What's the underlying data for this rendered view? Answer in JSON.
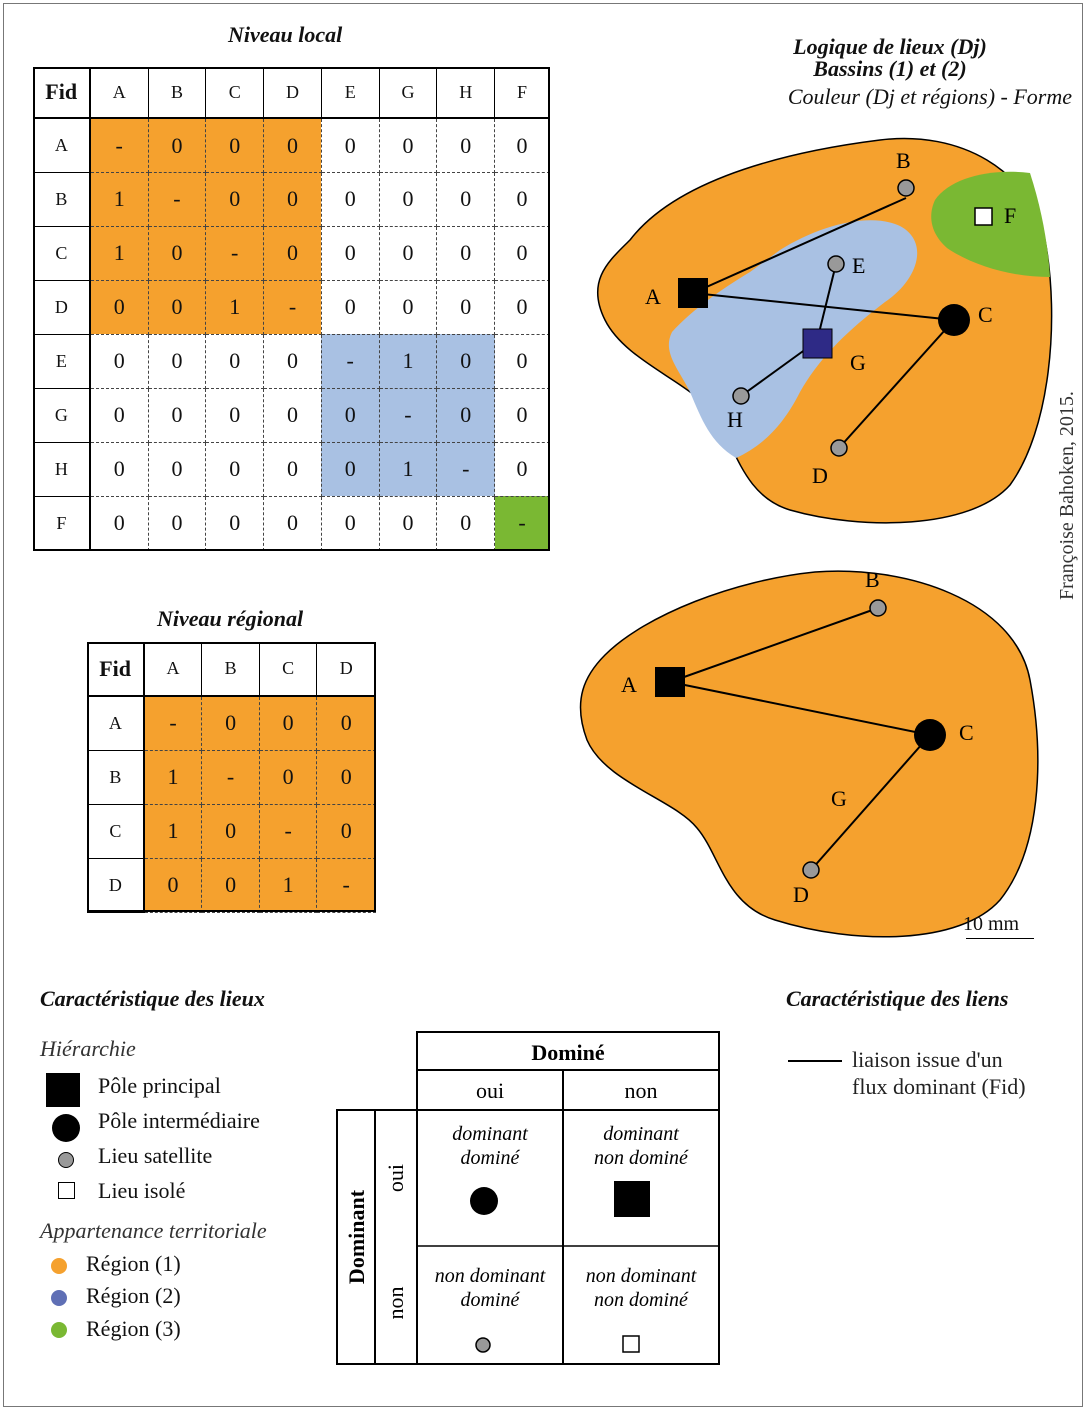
{
  "local": {
    "title": "Niveau local",
    "corner": "Fid",
    "cols": [
      "A",
      "B",
      "C",
      "D",
      "E",
      "G",
      "H",
      "F"
    ],
    "rows": [
      {
        "h": "A",
        "v": [
          "-",
          "0",
          "0",
          "0",
          "0",
          "0",
          "0",
          "0"
        ]
      },
      {
        "h": "B",
        "v": [
          "1",
          "-",
          "0",
          "0",
          "0",
          "0",
          "0",
          "0"
        ]
      },
      {
        "h": "C",
        "v": [
          "1",
          "0",
          "-",
          "0",
          "0",
          "0",
          "0",
          "0"
        ]
      },
      {
        "h": "D",
        "v": [
          "0",
          "0",
          "1",
          "-",
          "0",
          "0",
          "0",
          "0"
        ]
      },
      {
        "h": "E",
        "v": [
          "0",
          "0",
          "0",
          "0",
          "-",
          "1",
          "0",
          "0"
        ]
      },
      {
        "h": "G",
        "v": [
          "0",
          "0",
          "0",
          "0",
          "0",
          "-",
          "0",
          "0"
        ]
      },
      {
        "h": "H",
        "v": [
          "0",
          "0",
          "0",
          "0",
          "0",
          "1",
          "-",
          "0"
        ]
      },
      {
        "h": "F",
        "v": [
          "0",
          "0",
          "0",
          "0",
          "0",
          "0",
          "0",
          "-"
        ]
      }
    ],
    "fill": [
      [
        "o",
        "o",
        "o",
        "o",
        "",
        "",
        "",
        ""
      ],
      [
        "o",
        "o",
        "o",
        "o",
        "",
        "",
        "",
        ""
      ],
      [
        "o",
        "o",
        "o",
        "o",
        "",
        "",
        "",
        ""
      ],
      [
        "o",
        "o",
        "o",
        "o",
        "",
        "",
        "",
        ""
      ],
      [
        "",
        "",
        "",
        "",
        "b",
        "b",
        "b",
        ""
      ],
      [
        "",
        "",
        "",
        "",
        "b",
        "b",
        "b",
        ""
      ],
      [
        "",
        "",
        "",
        "",
        "b",
        "b",
        "b",
        ""
      ],
      [
        "",
        "",
        "",
        "",
        "",
        "",
        "",
        "g"
      ]
    ]
  },
  "regional": {
    "title": "Niveau régional",
    "corner": "Fid",
    "cols": [
      "A",
      "B",
      "C",
      "D"
    ],
    "rows": [
      {
        "h": "A",
        "v": [
          "-",
          "0",
          "0",
          "0"
        ]
      },
      {
        "h": "B",
        "v": [
          "1",
          "-",
          "0",
          "0"
        ]
      },
      {
        "h": "C",
        "v": [
          "1",
          "0",
          "-",
          "0"
        ]
      },
      {
        "h": "D",
        "v": [
          "0",
          "0",
          "1",
          "-"
        ]
      }
    ]
  },
  "map_title": {
    "line1": "Logique de lieux (Dj)",
    "line2": "Bassins  (1) et (2)",
    "line3": "Couleur (Dj et régions) - Forme"
  },
  "map1_labels": {
    "A": "A",
    "B": "B",
    "C": "C",
    "D": "D",
    "E": "E",
    "F": "F",
    "G": "G",
    "H": "H"
  },
  "map2_labels": {
    "A": "A",
    "B": "B",
    "C": "C",
    "D": "D",
    "G": "G"
  },
  "scale_label": "10 mm",
  "credit": "Françoise Bahoken, 2015.",
  "legend_places": {
    "title": "Caractéristique des lieux",
    "hier_title": "Hiérarchie",
    "hier": [
      "Pôle principal",
      "Pôle intermédiaire",
      "Lieu satellite",
      "Lieu isolé"
    ],
    "terr_title": "Appartenance territoriale",
    "regions": [
      {
        "label": "Région (1)",
        "color": "#f5a12e"
      },
      {
        "label": "Région (2)",
        "color": "#5f6fb5"
      },
      {
        "label": "Région (3)",
        "color": "#7ab833"
      }
    ]
  },
  "legend_links": {
    "title": "Caractéristique des liens",
    "line1": "liaison issue d'un",
    "line2": "flux dominant (Fid)"
  },
  "matrix": {
    "domine": "Dominé",
    "dominant": "Dominant",
    "oui": "oui",
    "non": "non",
    "c11a": "dominant",
    "c11b": "dominé",
    "c12a": "dominant",
    "c12b": "non dominé",
    "c21a": "non dominant",
    "c21b": "dominé",
    "c22a": "non dominant",
    "c22b": "non dominé"
  },
  "colors": {
    "region1": "#f5a12e",
    "region2": "#a9c1e3",
    "region2_dark": "#5f6fb5",
    "region3": "#7ab833",
    "navy": "#2e2a86"
  }
}
